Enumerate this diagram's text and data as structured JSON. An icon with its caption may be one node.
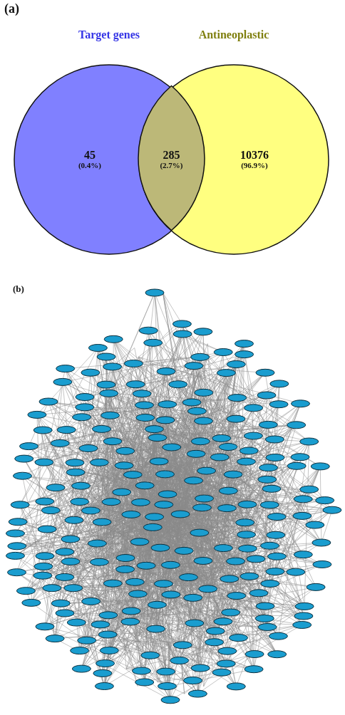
{
  "diagram": {
    "nodes": [
      {
        "text": [
          "Target genes",
          "45",
          "(0.4%)"
        ]
      },
      {
        "text": [
          "Antineoplastic",
          "10376",
          "(96.9%)"
        ]
      },
      {
        "text": [
          "285",
          "(2.7%)"
        ]
      }
    ],
    "labels": [
      "(a)",
      "(b)"
    ]
  }
}
